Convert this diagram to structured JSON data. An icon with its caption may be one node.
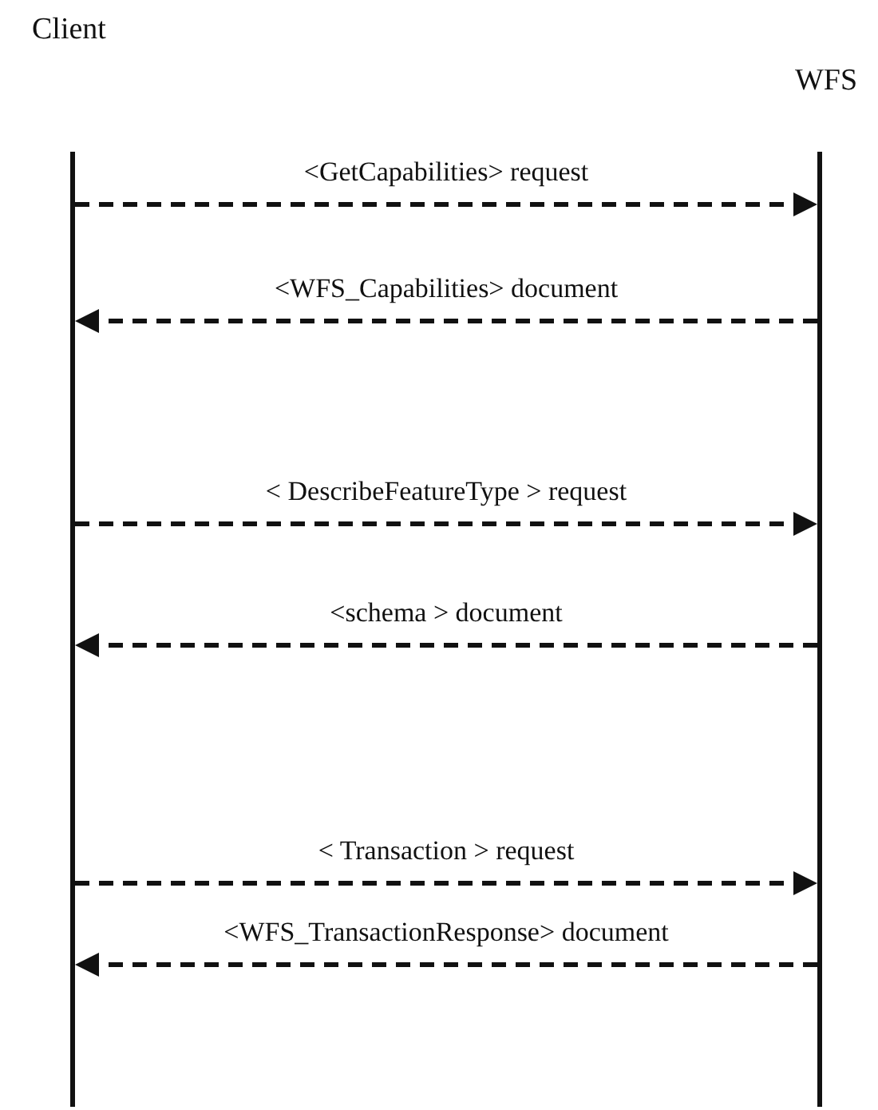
{
  "diagram": {
    "nodes": [
      {
        "text": [
          "Client"
        ]
      },
      {
        "text": [
          "WFS"
        ]
      }
    ],
    "edges": [
      {
        "from": 0,
        "to": 1,
        "arrow": "to",
        "style": "dashed",
        "label": "<GetCapabilities> request"
      },
      {
        "from": 1,
        "to": 0,
        "arrow": "to",
        "style": "dashed",
        "label": "<WFS_Capabilities> document"
      },
      {
        "from": 0,
        "to": 1,
        "arrow": "to",
        "style": "dashed",
        "label": "< DescribeFeatureType > request"
      },
      {
        "from": 1,
        "to": 0,
        "arrow": "to",
        "style": "dashed",
        "label": "<schema > document"
      },
      {
        "from": 0,
        "to": 1,
        "arrow": "to",
        "style": "dashed",
        "label": "< Transaction > request"
      },
      {
        "from": 1,
        "to": 0,
        "arrow": "to",
        "style": "dashed",
        "label": "<WFS_TransactionResponse> document"
      }
    ]
  }
}
